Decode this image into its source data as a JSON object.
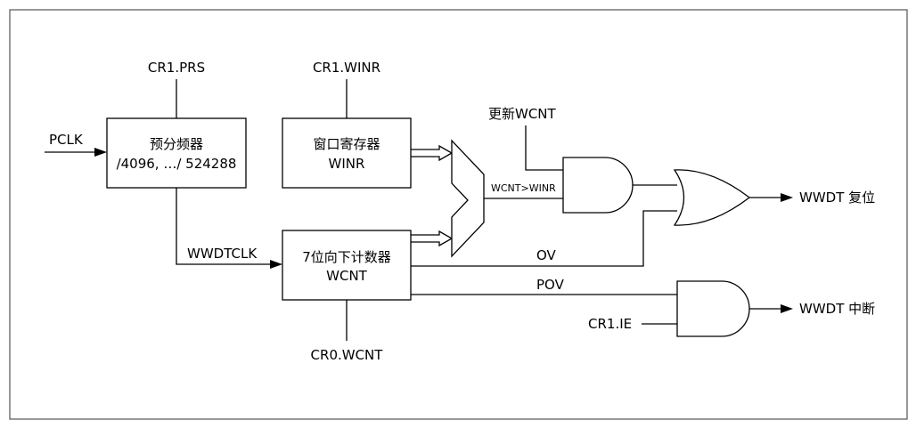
{
  "signals": {
    "pclk": "PCLK",
    "cr1_prs": "CR1.PRS",
    "cr1_winr": "CR1.WINR",
    "update_wcnt": "更新WCNT",
    "wwdtclk": "WWDTCLK",
    "cmp": "WCNT>WINR",
    "ov": "OV",
    "pov": "POV",
    "cr1_ie": "CR1.IE",
    "cr0_wcnt": "CR0.WCNT",
    "wwdt_reset": "WWDT 复位",
    "wwdt_int": "WWDT 中断"
  },
  "blocks": {
    "prescaler": {
      "line1": "预分频器",
      "line2": "/4096, …/ 524288"
    },
    "window": {
      "line1": "窗口寄存器",
      "line2": "WINR"
    },
    "counter": {
      "line1": "7位向下计数器",
      "line2": "WCNT"
    }
  }
}
